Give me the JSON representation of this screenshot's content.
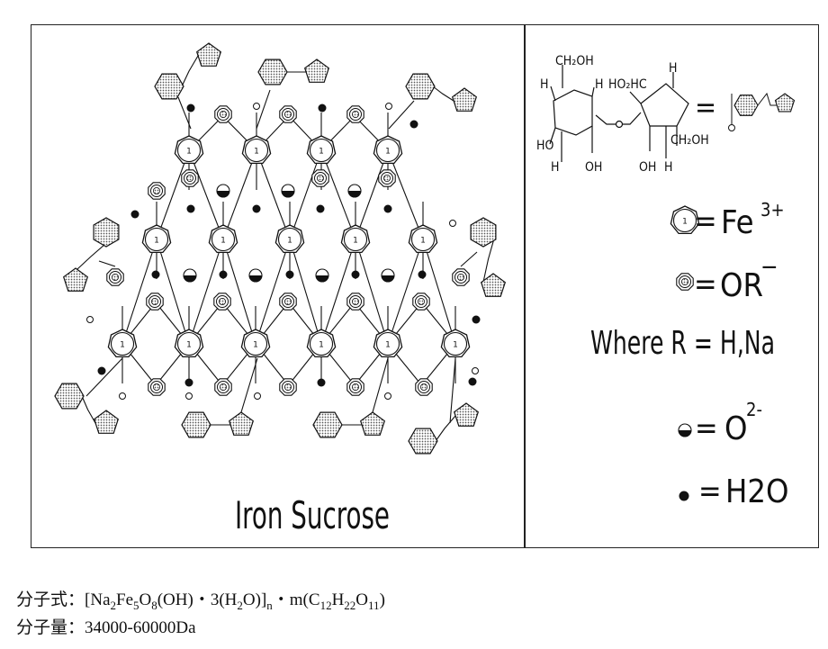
{
  "figure": {
    "title": "Iron Sucrose",
    "sucrose_labels": {
      "ch2oh_top": "CH₂OH",
      "h_left": "H",
      "h_right": "H",
      "ho2hc": "HO₂HC",
      "h_top_right": "H",
      "ho": "HO",
      "h_bottom_left": "H",
      "oh_left": "OH",
      "oh_right": "OH",
      "h_bottom_right": "H",
      "ch2oh_right": "CH₂OH"
    },
    "legend": {
      "sucrose_eq": "=",
      "fe": {
        "eq": "=",
        "symbol": "Fe",
        "charge": "3+"
      },
      "or": {
        "eq": "=",
        "symbol": "OR",
        "charge": "−"
      },
      "where": "Where  R = H,Na",
      "o2": {
        "eq": "=",
        "symbol": "O",
        "charge": "2-"
      },
      "h2o": {
        "eq": "=",
        "symbol": "H2O"
      }
    },
    "fe_label": "1"
  },
  "formula": {
    "label": "分子式：",
    "text": "[Na2Fe5O8(OH)・3(H2O)]n・m(C12H22O11)"
  },
  "mass": {
    "label": "分子量：",
    "value": "34000-60000Da"
  },
  "colors": {
    "ink": "#111111",
    "stipple": "#8a8a8a",
    "frame": "#222222"
  }
}
